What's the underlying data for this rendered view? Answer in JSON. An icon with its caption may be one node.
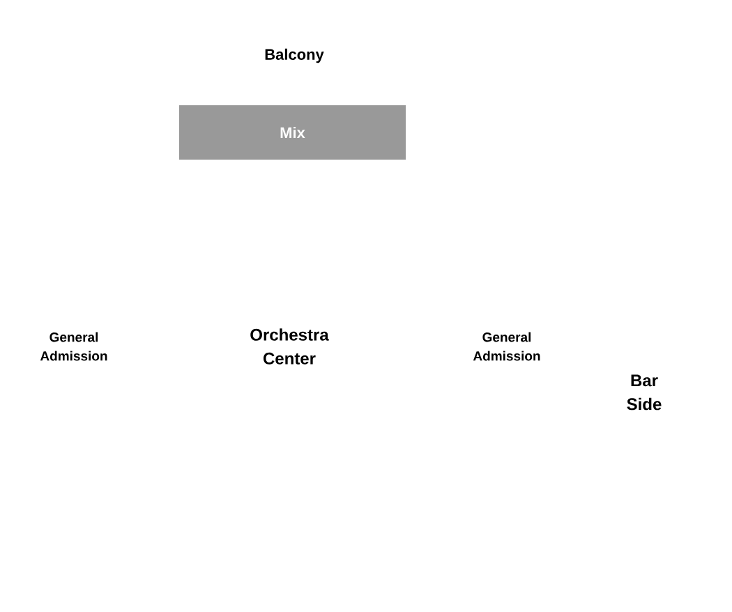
{
  "diagram": {
    "nodes": [
      {
        "text": [
          "Mix"
        ]
      }
    ],
    "labels": [
      "Balcony",
      "General Admission",
      "Orchestra Center",
      "General Admission",
      "Bar Side"
    ]
  }
}
